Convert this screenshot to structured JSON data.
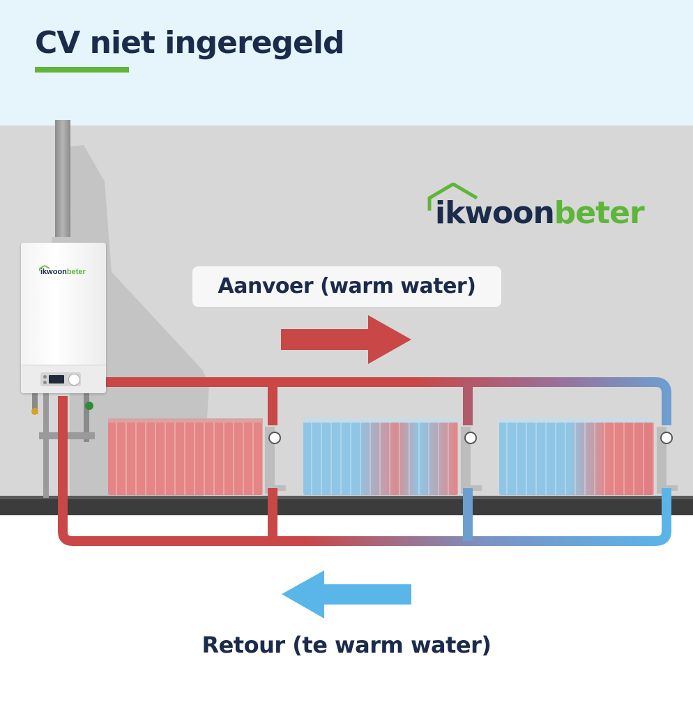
{
  "title": "CV niet ingeregeld",
  "brand": {
    "part1": "ikwoon",
    "part2": "beter"
  },
  "boiler_brand": {
    "part1": "ikwoon",
    "part2": "beter"
  },
  "supply_label": "Aanvoer (warm water)",
  "return_label": "Retour (te warm water)",
  "colors": {
    "hot": "#c94747",
    "cold": "#5ab5e8",
    "navy": "#1b2b4b",
    "green": "#5db53a",
    "wall": "#d7d7d7",
    "sky": "#e6f4fb"
  },
  "icons": [
    "house-roof-icon",
    "arrow-right-icon",
    "arrow-left-icon",
    "radiator-valve-icon"
  ]
}
